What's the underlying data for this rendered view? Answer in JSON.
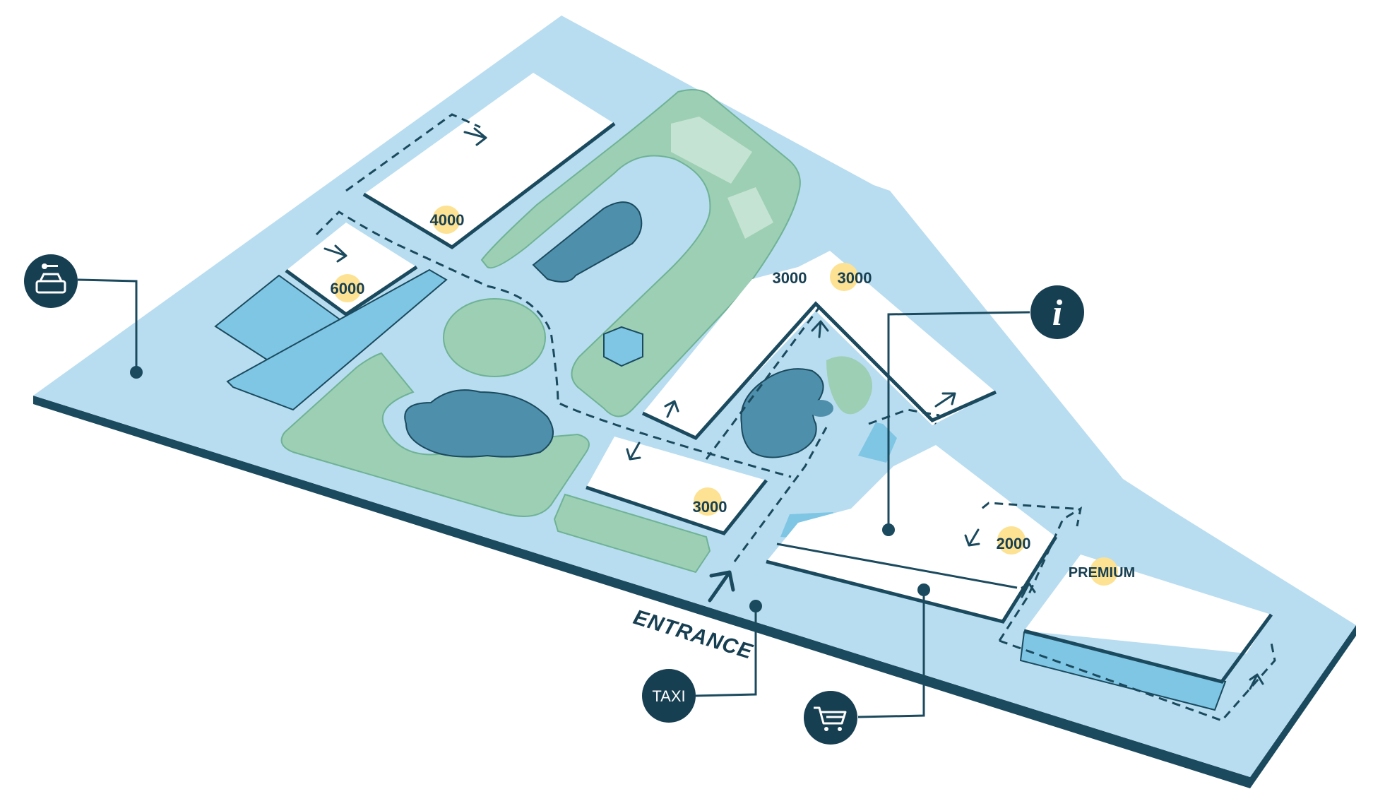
{
  "colors": {
    "ground": "#b8ddf0",
    "ground_edge": "#1b4a5e",
    "green": "#9ccfb4",
    "green_light": "#c5e3d2",
    "water": "#4e8fab",
    "parking_blue": "#7ec6e4",
    "lot_white": "#ffffff",
    "outline": "#173f52",
    "badge": "#fde293",
    "pin": "#173f52"
  },
  "lots": [
    {
      "id": "lot-4000",
      "price": "4000"
    },
    {
      "id": "lot-6000",
      "price": "6000"
    },
    {
      "id": "lot-3000-north-a",
      "price": "3000"
    },
    {
      "id": "lot-3000-north-b",
      "price": "3000"
    },
    {
      "id": "lot-3000-south",
      "price": "3000"
    },
    {
      "id": "lot-2000",
      "price": "2000"
    },
    {
      "id": "lot-premium",
      "price": "PREMIUM"
    }
  ],
  "entrance_label": "ENTRANCE",
  "pins": [
    {
      "id": "car-rental",
      "icon": "car-key-icon"
    },
    {
      "id": "information",
      "icon": "info-icon",
      "glyph": "i"
    },
    {
      "id": "taxi",
      "icon": "taxi-icon",
      "label": "TAXI"
    },
    {
      "id": "shop",
      "icon": "shopping-cart-icon"
    }
  ]
}
